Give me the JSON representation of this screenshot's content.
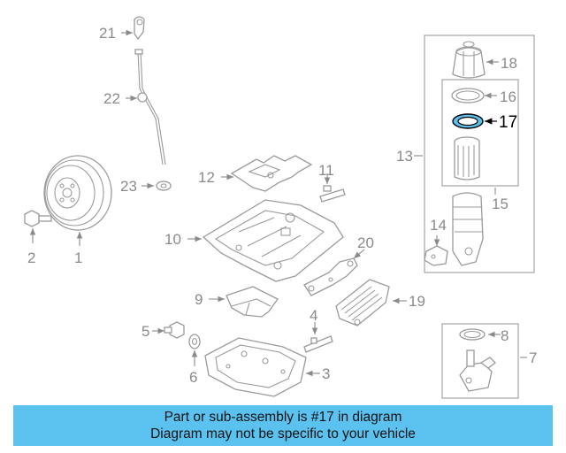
{
  "callouts": {
    "c1": "1",
    "c2": "2",
    "c3": "3",
    "c4": "4",
    "c5": "5",
    "c6": "6",
    "c7": "7",
    "c8": "8",
    "c9": "9",
    "c10": "10",
    "c11": "11",
    "c12": "12",
    "c13": "13",
    "c14": "14",
    "c15": "15",
    "c16": "16",
    "c17": "17",
    "c18": "18",
    "c19": "19",
    "c20": "20",
    "c21": "21",
    "c22": "22",
    "c23": "23"
  },
  "highlight": {
    "part": "17",
    "color": "#5bc2f0"
  },
  "banner": {
    "line1": "Part or sub-assembly is #17 in diagram",
    "line2": "Diagram may not be specific to your vehicle",
    "background": "#5bc2f0"
  }
}
